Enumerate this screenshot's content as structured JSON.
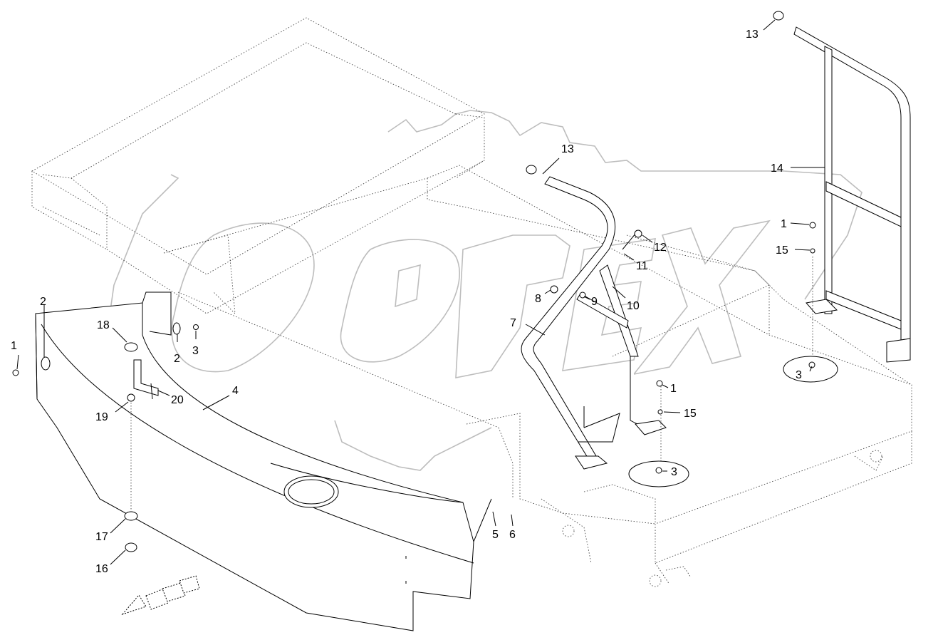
{
  "corner_note": "",
  "callouts": [
    {
      "id": "c1a",
      "text": "1"
    },
    {
      "id": "c2a",
      "text": "2"
    },
    {
      "id": "c2b",
      "text": "2"
    },
    {
      "id": "c3a",
      "text": "3"
    },
    {
      "id": "c18",
      "text": "18"
    },
    {
      "id": "c19",
      "text": "19"
    },
    {
      "id": "c20",
      "text": "20"
    },
    {
      "id": "c4",
      "text": "4"
    },
    {
      "id": "c17",
      "text": "17"
    },
    {
      "id": "c16",
      "text": "16"
    },
    {
      "id": "c5",
      "text": "5"
    },
    {
      "id": "c6",
      "text": "6"
    },
    {
      "id": "c7",
      "text": "7"
    },
    {
      "id": "c8",
      "text": "8"
    },
    {
      "id": "c9",
      "text": "9"
    },
    {
      "id": "c10",
      "text": "10"
    },
    {
      "id": "c11",
      "text": "11"
    },
    {
      "id": "c12",
      "text": "12"
    },
    {
      "id": "c13a",
      "text": "13"
    },
    {
      "id": "c13b",
      "text": "13"
    },
    {
      "id": "c14",
      "text": "14"
    },
    {
      "id": "c1b",
      "text": "1"
    },
    {
      "id": "c15a",
      "text": "15"
    },
    {
      "id": "c1c",
      "text": "1"
    },
    {
      "id": "c15b",
      "text": "15"
    },
    {
      "id": "c3b",
      "text": "3"
    },
    {
      "id": "c3c",
      "text": "3"
    }
  ],
  "colors": {
    "line": "#000000",
    "watermark": "#bdbdbd",
    "background": "#ffffff"
  }
}
